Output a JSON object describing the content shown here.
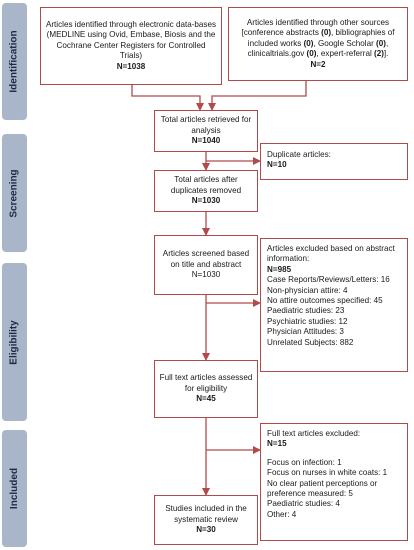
{
  "stages": {
    "identification": "Identification",
    "screening": "Screening",
    "eligibility": "Eligibility",
    "included": "Included"
  },
  "boxes": {
    "electronic": {
      "text": "Articles identified through electronic data-bases (MEDLINE using Ovid, Embase, Biosis and the Cochrane Center Registers for Controlled Trials)",
      "n": "N=1038"
    },
    "other_sources": {
      "intro": "Articles identified through other sources [conference abstracts",
      "abstracts_n": "(0)",
      "biblio": ", bibliographies of included works",
      "biblio_n": "(0)",
      "scholar": ", Google Scholar",
      "scholar_n": "(0)",
      "trials": ", clinicaltrials.gov",
      "trials_n": "(0)",
      "expert": ", expert-referral",
      "expert_n": "(2)",
      "end": "].",
      "n": "N=2"
    },
    "total_retrieved": {
      "text": "Total articles retrieved for analysis",
      "n": "N=1040"
    },
    "duplicates": {
      "text": "Duplicate articles:",
      "n": "N=10"
    },
    "after_duplicates": {
      "text": "Total articles after duplicates removed",
      "n": "N=1030"
    },
    "screened": {
      "text": "Articles screened based on title and abstract",
      "n": "N=1030"
    },
    "excluded_abstract": {
      "text": "Articles excluded based on abstract information:",
      "n": "N=985",
      "items": [
        "Case Reports/Reviews/Letters: 16",
        "Non-physician attire: 4",
        "No attire outcomes specified: 45",
        "Paediatric studies: 23",
        "Psychiatric studies: 12",
        "Physician Attitudes: 3",
        "Unrelated Subjects: 882"
      ]
    },
    "full_text": {
      "text": "Full text articles assessed for eligibility",
      "n": "N=45"
    },
    "excluded_full_text": {
      "text": "Full text articles excluded:",
      "n": "N=15",
      "items": [
        "Focus on infection: 1",
        "Focus on nurses in white coats: 1",
        "No clear patient perceptions or preference measured: 5",
        "Paediatric studies: 4",
        "Other: 4"
      ]
    },
    "included": {
      "text": "Studies included in the systematic review",
      "n": "N=30"
    }
  }
}
